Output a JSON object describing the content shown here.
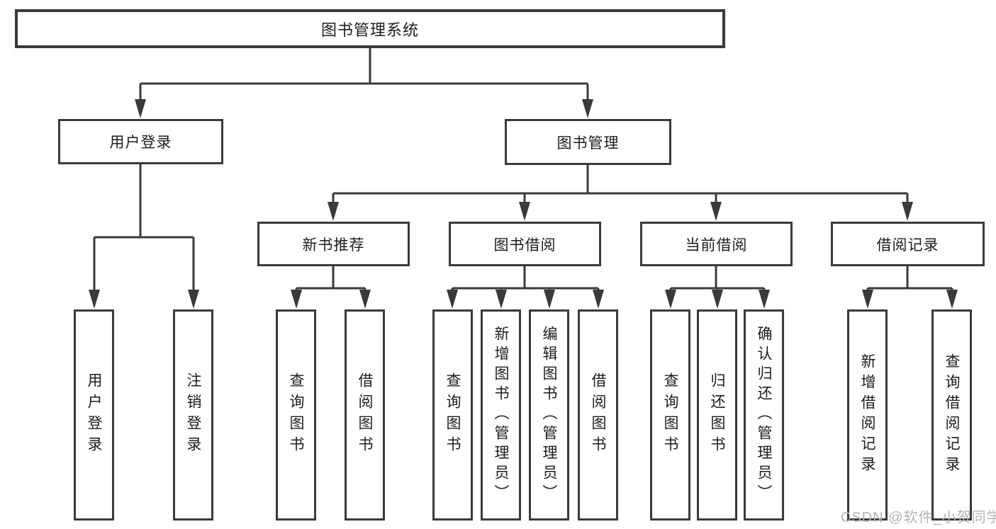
{
  "colors": {
    "line": "#3a3a3a",
    "box_border": "#3a3a3a",
    "text": "#1c1c1c",
    "watermark": "#b5b5b5",
    "bg": "#ffffff"
  },
  "nodes": {
    "root": "图书管理系统",
    "user_login": "用户登录",
    "book_mgmt": "图书管理",
    "new_books": "新书推荐",
    "book_borrow": "图书借阅",
    "current_borrow": "当前借阅",
    "borrow_records": "借阅记录",
    "leaf_user_login": "用户登录",
    "leaf_logout": "注销登录",
    "leaf_nb_query": "查询图书",
    "leaf_nb_borrow": "借阅图书",
    "leaf_bw_query": "查询图书",
    "leaf_bw_add": "新增图书（管理员）",
    "leaf_bw_edit": "编辑图书（管理员）",
    "leaf_bw_borrow": "借阅图书",
    "leaf_cur_query": "查询图书",
    "leaf_cur_return": "归还图书",
    "leaf_cur_confirm": "确认归还（管理员）",
    "leaf_rec_add": "新增借阅记录",
    "leaf_rec_query": "查询借阅记录"
  },
  "watermark": "CSDN @软件_小贺同学"
}
